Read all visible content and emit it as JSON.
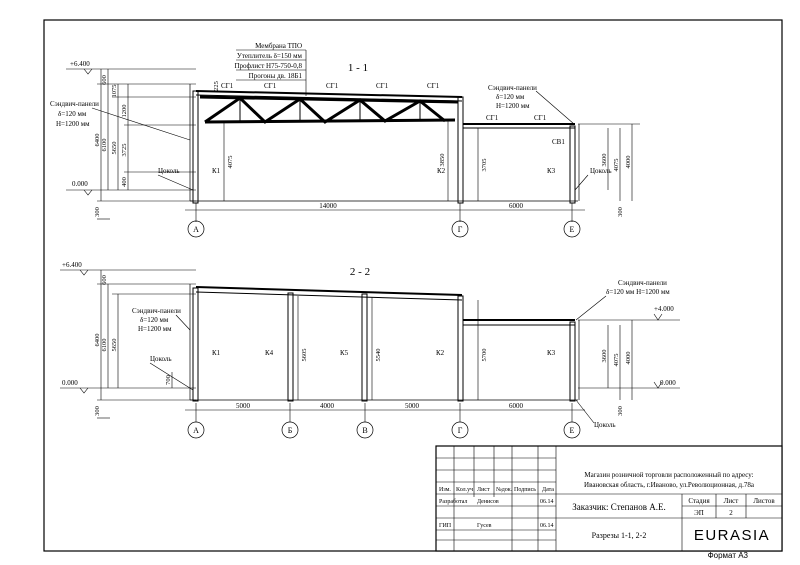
{
  "section_1": {
    "title": "1 - 1",
    "roof_layers": [
      "Мембрана ТПО",
      "Утеплитель δ=150 мм",
      "Профлист Н75-750-0,8",
      "Прогоны дв. 18Б1"
    ],
    "level_top": "+6.400",
    "level_zero": "0.000",
    "truss_labels": [
      "СГ1",
      "СГ1",
      "СГ1",
      "СГ1",
      "СГ1"
    ],
    "annex_truss_labels": [
      "СГ1",
      "СГ1"
    ],
    "sandwich_left": [
      "Сэндвич-панели",
      "δ=120 мм",
      "Н=1200 мм"
    ],
    "sandwich_right": [
      "Сэндвич-панели",
      "δ=120 мм",
      "Н=1200 мм"
    ],
    "plinth_left": "Цоколь",
    "plinth_right": "Цоколь",
    "columns": [
      "К1",
      "К2",
      "К3"
    ],
    "beam_label": "СВ1",
    "dims_left_outer": [
      "600",
      "6100",
      "6400"
    ],
    "dims_left_inner": [
      "1075",
      "1200",
      "5650",
      "3725",
      "400"
    ],
    "dim_225": "225",
    "col_heights": [
      "4075",
      "3850",
      "3705",
      "3600",
      "4075",
      "4000"
    ],
    "dim_300": "300",
    "spans": [
      "14000",
      "6000"
    ],
    "axes": [
      "А",
      "Г",
      "Е"
    ]
  },
  "section_2": {
    "title": "2 - 2",
    "level_top": "+6.400",
    "level_zero_left": "0.000",
    "level_zero_right": "0.000",
    "level_annex": "+4.000",
    "sandwich_left": [
      "Сэндвич-панели",
      "δ=120 мм",
      "Н=1200 мм"
    ],
    "sandwich_right": [
      "Сэндвич-панели",
      "δ=120 мм Н=1200 мм"
    ],
    "plinth_left": "Цоколь",
    "plinth_right": "Цоколь",
    "columns": [
      "К1",
      "К4",
      "К5",
      "К2",
      "К3"
    ],
    "dims_left": [
      "600",
      "6100",
      "6400",
      "5650",
      "700"
    ],
    "col_heights": [
      "5605",
      "5540",
      "5700",
      "3600",
      "4075",
      "4000"
    ],
    "dim_300": "300",
    "spans": [
      "5000",
      "4000",
      "5000",
      "6000"
    ],
    "axes": [
      "А",
      "Б",
      "В",
      "Г",
      "Е"
    ]
  },
  "title_block": {
    "project": [
      "Магазин розничной торговли расположенный по адресу:",
      "Ивановская область, г.Иваново, ул.Революционная, д.78а"
    ],
    "header_cols": [
      "Изм.",
      "Кол.уч",
      "Лист",
      "№док.",
      "Подпись",
      "Дата"
    ],
    "developed_label": "Разработал",
    "developed_name": "Денисов",
    "developed_date": "06.14",
    "gip_label": "ГИП",
    "gip_name": "Гусев",
    "gip_date": "06.14",
    "customer": "Заказчик: Степанов А.Е.",
    "stage_label": "Стадия",
    "sheet_label": "Лист",
    "sheets_label": "Листов",
    "stage_value": "ЭП",
    "sheet_value": "2",
    "sheets_value": "",
    "drawing_title": "Разрезы 1-1, 2-2",
    "logo": "EURASIA",
    "format": "Формат А3"
  }
}
